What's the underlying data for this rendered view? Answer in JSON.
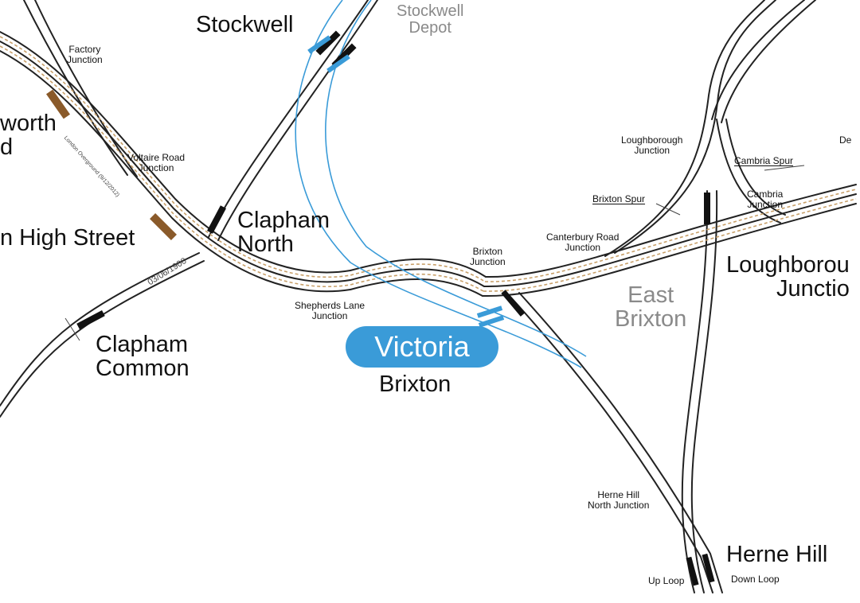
{
  "colors": {
    "track": "#222222",
    "victoria_line": "#3a9bd8",
    "highlight_track": "#c8a06a",
    "label_grey": "#8a8a8a",
    "background": "#ffffff"
  },
  "victoria_badge": "Victoria",
  "stations": {
    "stockwell": "Stockwell",
    "stockwell_depot": [
      "Stockwell",
      "Depot"
    ],
    "clapham_north": [
      "Clapham",
      "North"
    ],
    "clapham_high_street": "n High Street",
    "wandsworth_road": [
      "worth",
      "d"
    ],
    "clapham_common": [
      "Clapham",
      "Common"
    ],
    "brixton": "Brixton",
    "east_brixton": [
      "East",
      "Brixton"
    ],
    "loughborough_junction_station": [
      "Loughborou",
      "Junctio"
    ],
    "herne_hill": "Herne Hill"
  },
  "junctions": {
    "factory": [
      "Factory",
      "Junction"
    ],
    "voltaire_road": [
      "Voltaire Road",
      "Junction"
    ],
    "loughborough": [
      "Loughborough",
      "Junction"
    ],
    "cambria_spur": "Cambria Spur",
    "cambria": [
      "Cambria",
      "Junction"
    ],
    "brixton_spur": "Brixton Spur",
    "canterbury_road": [
      "Canterbury Road",
      "Junction"
    ],
    "brixton_junction": [
      "Brixton",
      "Junction"
    ],
    "shepherds_lane": [
      "Shepherds Lane",
      "Junction"
    ],
    "herne_hill_north": [
      "Herne Hill",
      "North Junction"
    ],
    "up_loop": "Up Loop",
    "down_loop": "Down Loop",
    "de_partial": "De"
  },
  "annotations": {
    "date_1900": "03/06/1900",
    "line_note": "London Overground (9/12/2012)"
  }
}
